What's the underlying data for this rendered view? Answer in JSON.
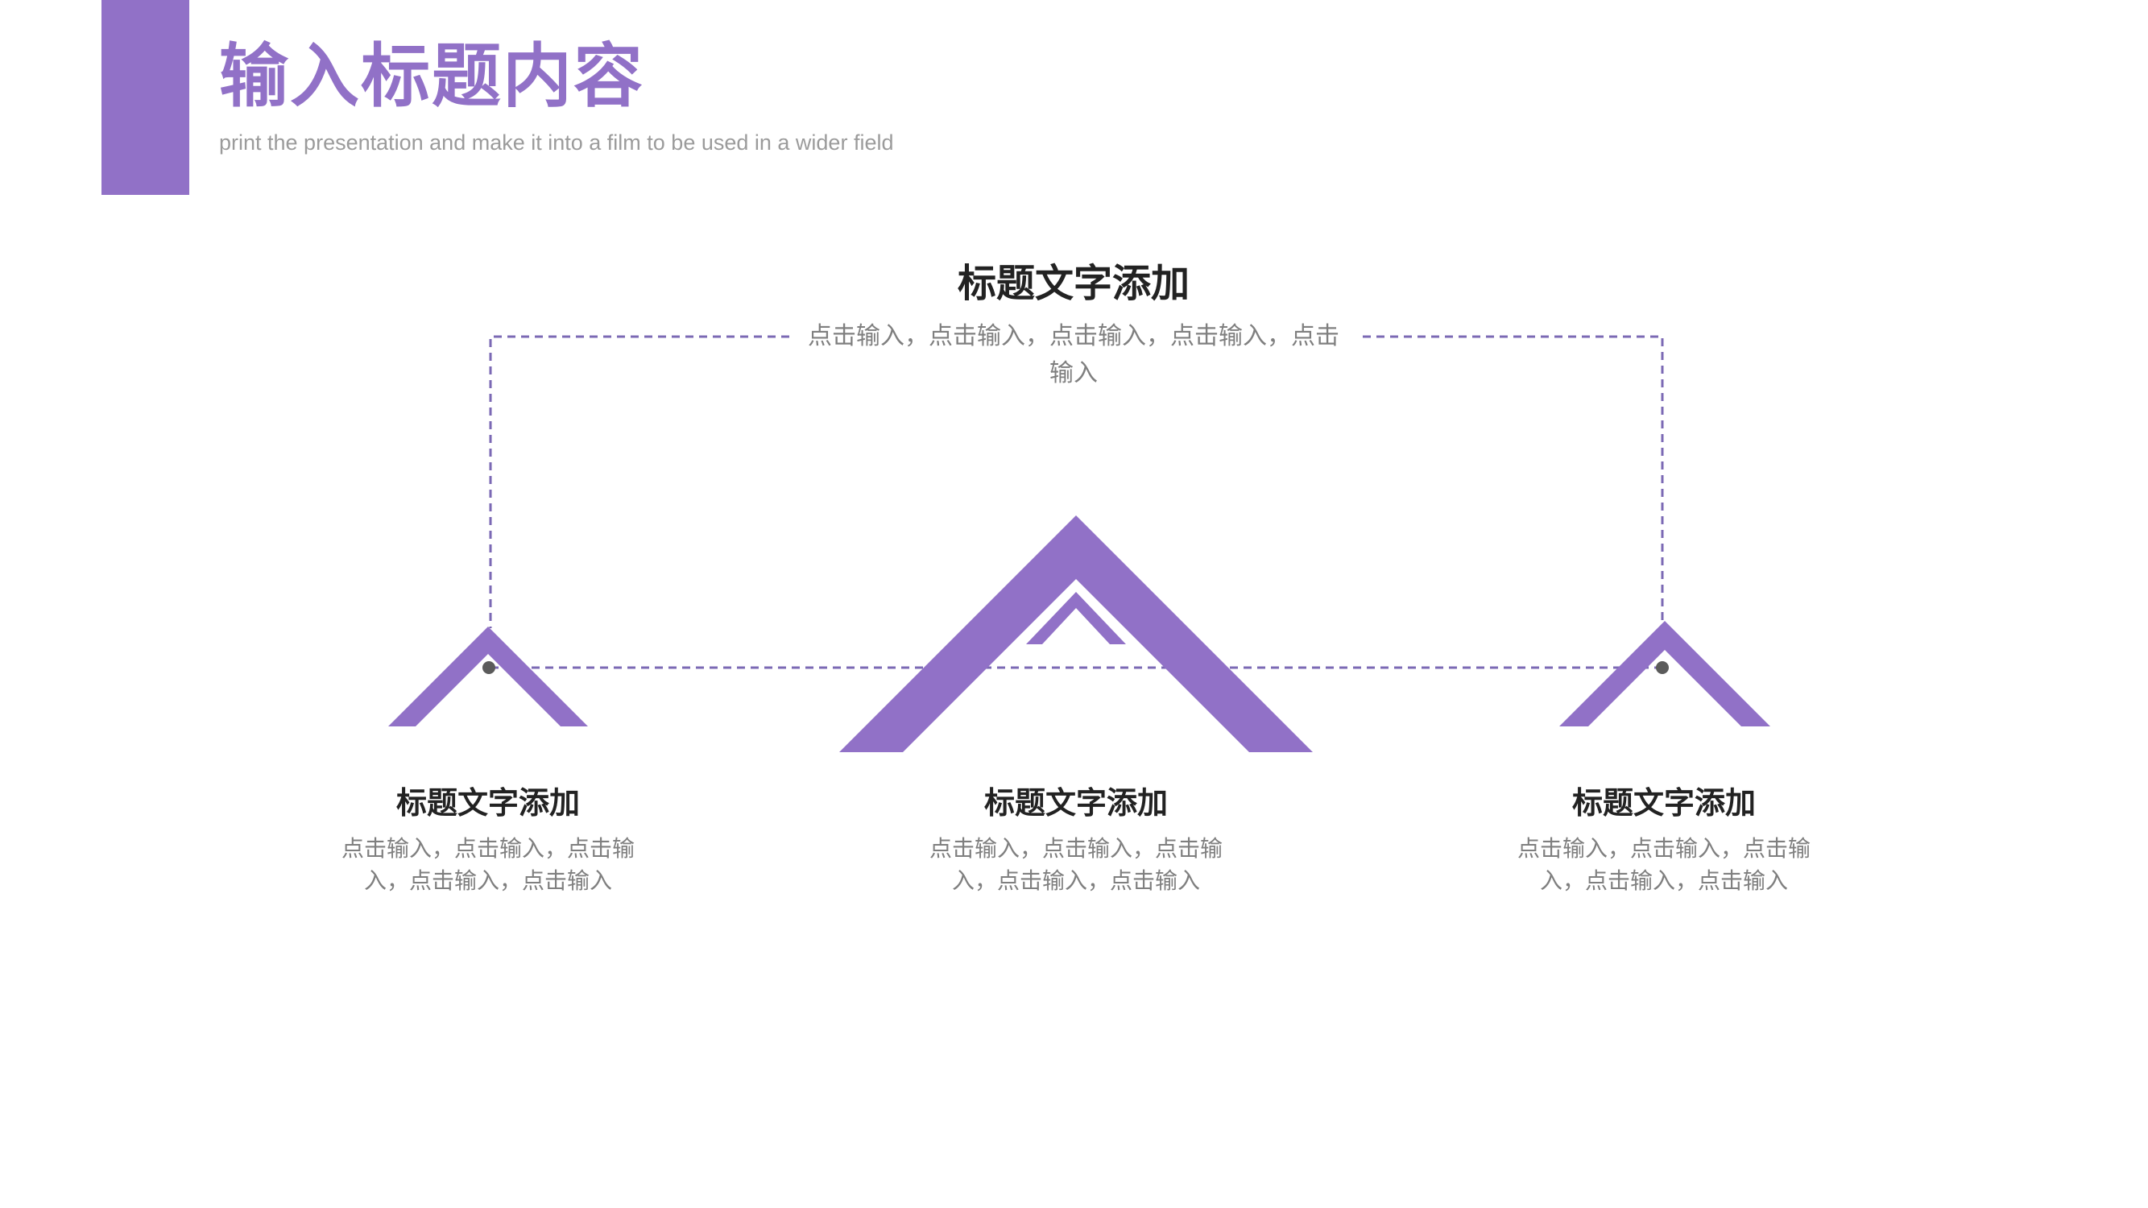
{
  "header": {
    "title": "输入标题内容",
    "subtitle": "print the presentation and make it into a film to be used in a wider field"
  },
  "top_block": {
    "title": "标题文字添加",
    "description": "点击输入，点击输入，点击输入，点击输入，点击输入"
  },
  "items": [
    {
      "title": "标题文字添加",
      "description": "点击输入，点击输入，点击输入，点击输入，点击输入"
    },
    {
      "title": "标题文字添加",
      "description": "点击输入，点击输入，点击输入，点击输入，点击输入"
    },
    {
      "title": "标题文字添加",
      "description": "点击输入，点击输入，点击输入，点击输入，点击输入"
    }
  ],
  "colors": {
    "accent": "#9171c7",
    "dashed_line": "#7b69b4",
    "dot": "#5b5b5b",
    "title_text": "#222222",
    "body_text": "#7f7f7f",
    "subtitle_text": "#9b9b9b"
  },
  "icons": [
    "roof-chevron-icon",
    "roof-chevron-icon",
    "roof-chevron-icon",
    "connector-dot-icon"
  ]
}
